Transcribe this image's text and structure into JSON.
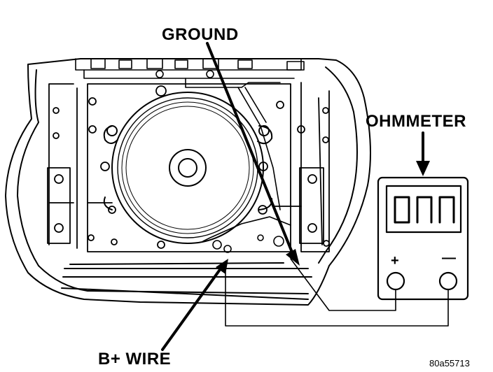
{
  "labels": {
    "ground": "GROUND",
    "ohmmeter": "OHMMETER",
    "b_plus_wire": "B+ WIRE",
    "figure_id": "80a55713"
  },
  "meter": {
    "plus": "+",
    "minus": "—"
  },
  "colors": {
    "ink": "#000000",
    "background": "#ffffff"
  }
}
